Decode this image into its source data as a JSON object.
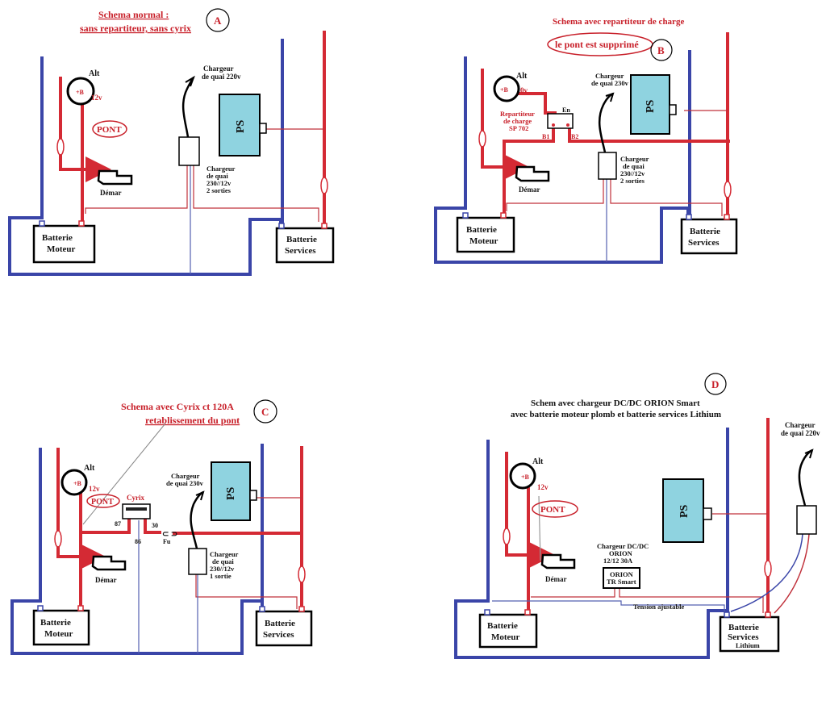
{
  "colors": {
    "positive": "#d42a34",
    "negative": "#3a45a8",
    "thin_red": "#c0303a",
    "thin_blue": "#5560b0",
    "ps_fill": "#8fd3e0",
    "label_red": "#c8202a"
  },
  "A": {
    "letter": "A",
    "title1": "Schema normal :",
    "title2": "sans repartiteur, sans cyrix",
    "alt": "Alt",
    "plus_b": "+B",
    "v12": "12v",
    "pont": "PONT",
    "demar": "Démar",
    "charger_top1": "Chargeur",
    "charger_top2": "de quai 220v",
    "charger_lbl1": "Chargeur",
    "charger_lbl2": "de quai",
    "charger_lbl3": "230//12v",
    "charger_lbl4": "2 sorties",
    "ps": "PS",
    "bat_moteur1": "Batterie",
    "bat_moteur2": "Moteur",
    "bat_serv1": "Batterie",
    "bat_serv2": "Services"
  },
  "B": {
    "letter": "B",
    "title1": "Schema avec repartiteur de charge",
    "title2": "le pont est supprimé",
    "alt": "Alt",
    "plus_b": "+B",
    "v0": "0v",
    "rep1": "Repartiteur",
    "rep2": "de charge",
    "rep3": "SP 702",
    "en": "En",
    "b1": "B1",
    "b2": "B2",
    "demar": "Démar",
    "charger_top1": "Chargeur",
    "charger_top2": "de quai 230v",
    "charger_lbl1": "Chargeur",
    "charger_lbl2": "de quai",
    "charger_lbl3": "230//12v",
    "charger_lbl4": "2 sorties",
    "ps": "PS",
    "bat_moteur1": "Batterie",
    "bat_moteur2": "Moteur",
    "bat_serv1": "Batterie",
    "bat_serv2": "Services"
  },
  "C": {
    "letter": "C",
    "title1": "Schema avec Cyrix ct 120A",
    "title2": "retablissement du pont",
    "alt": "Alt",
    "plus_b": "+B",
    "v12": "12v",
    "pont": "PONT",
    "cyrix": "Cyrix",
    "n87": "87",
    "n30": "30",
    "n86": "86",
    "fu": "Fu",
    "demar": "Démar",
    "charger_top1": "Chargeur",
    "charger_top2": "de quai 230v",
    "charger_lbl1": "Chargeur",
    "charger_lbl2": "de quai",
    "charger_lbl3": "230//12v",
    "charger_lbl4": "1 sortie",
    "ps": "PS",
    "bat_moteur1": "Batterie",
    "bat_moteur2": "Moteur",
    "bat_serv1": "Batterie",
    "bat_serv2": "Services"
  },
  "D": {
    "letter": "D",
    "title1": "Schem avec chargeur DC/DC ORION Smart",
    "title2": "avec batterie moteur plomb et batterie services Lithium",
    "alt": "Alt",
    "plus_b": "+B",
    "v12": "12v",
    "pont": "PONT",
    "demar": "Démar",
    "orion_top1": "Chargeur DC/DC",
    "orion_top2": "ORION",
    "orion_top3": "12/12  30A",
    "orion_box1": "ORION",
    "orion_box2": "TR Smart",
    "tension": "Tension ajustable",
    "charger_top1": "Chargeur",
    "charger_top2": "de quai 220v",
    "ps": "PS",
    "bat_moteur1": "Batterie",
    "bat_moteur2": "Moteur",
    "bat_serv1": "Batterie",
    "bat_serv2": "Services",
    "bat_serv3": "Lithium"
  }
}
